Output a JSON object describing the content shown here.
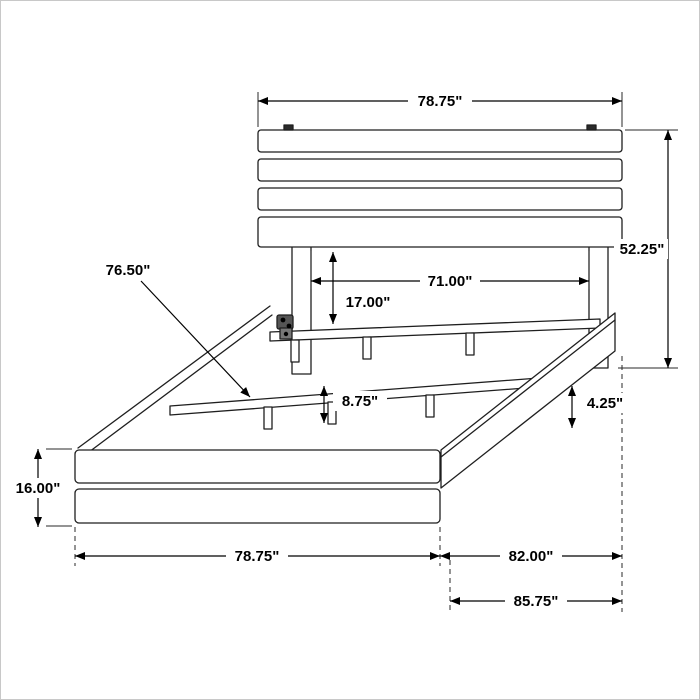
{
  "colors": {
    "line": "#1f1f1f",
    "dimension": "#000000",
    "background": "#ffffff",
    "border": "#c8c8c8"
  },
  "dimensions": {
    "headboard_width": "78.75\"",
    "overall_height": "52.25\"",
    "slat_rail_length": "76.50\"",
    "inner_width": "71.00\"",
    "headboard_to_rail": "17.00\"",
    "slat_support_height": "8.75\"",
    "side_rail_height": "4.25\"",
    "footboard_height": "16.00\"",
    "footboard_width": "78.75\"",
    "rail_length": "82.00\"",
    "overall_length": "85.75\""
  }
}
